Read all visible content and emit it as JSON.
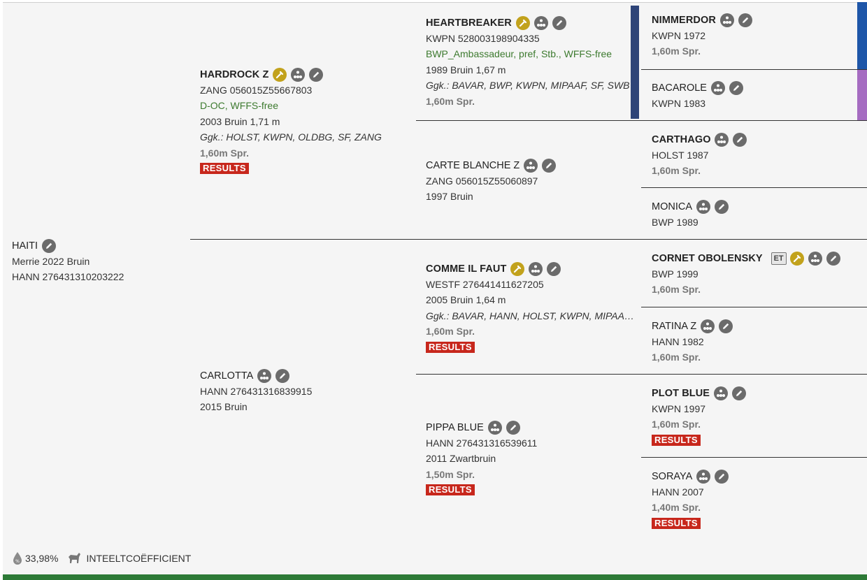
{
  "subject": {
    "name": "HAITI",
    "line1": "Merrie 2022 Bruin",
    "line2": "HANN 276431310203222"
  },
  "sire": {
    "name": "HARDROCK Z",
    "reg": "ZANG 056015Z55667803",
    "approvals": "D-OC, WFFS-free",
    "birth": "2003 Bruin 1,71 m",
    "studbooks": "Ggk.: HOLST, KWPN, OLDBG, SF, ZANG",
    "level": "1,60m Spr.",
    "results": "RESULTS"
  },
  "dam": {
    "name": "CARLOTTA",
    "reg": "HANN 276431316839915",
    "birth": "2015 Bruin"
  },
  "ss": {
    "name": "HEARTBREAKER",
    "reg": "KWPN 528003198904335",
    "approvals": "BWP_Ambassadeur, pref, Stb., WFFS-free",
    "birth": "1989 Bruin 1,67 m",
    "studbooks": "Ggk.: BAVAR, BWP, KWPN, MIPAAF, SF, SWB",
    "level": "1,60m Spr."
  },
  "sd": {
    "name": "CARTE BLANCHE Z",
    "reg": "ZANG 056015Z55060897",
    "birth": "1997 Bruin"
  },
  "ds": {
    "name": "COMME IL FAUT",
    "reg": "WESTF 276441411627205",
    "birth": "2005 Bruin 1,64 m",
    "studbooks": "Ggk.: BAVAR, HANN, HOLST, KWPN, MIPAA…",
    "level": "1,60m Spr.",
    "results": "RESULTS"
  },
  "dd": {
    "name": "PIPPA BLUE",
    "reg": "HANN 276431316539611",
    "birth": "2011 Zwartbruin",
    "level": "1,50m Spr.",
    "results": "RESULTS"
  },
  "gen3": [
    {
      "name": "NIMMERDOR",
      "info": "KWPN 1972",
      "level": "1,60m Spr."
    },
    {
      "name": "BACAROLE",
      "info": "KWPN 1983"
    },
    {
      "name": "CARTHAGO",
      "info": "HOLST 1987",
      "level": "1,60m Spr."
    },
    {
      "name": "MONICA",
      "info": "BWP 1989"
    },
    {
      "name": "CORNET OBOLENSKY",
      "badge": "ET",
      "info": "BWP 1999",
      "level": "1,60m Spr."
    },
    {
      "name": "RATINA Z",
      "info": "HANN 1982",
      "level": "1,60m Spr."
    },
    {
      "name": "PLOT BLUE",
      "info": "KWPN 1997",
      "level": "1,60m Spr.",
      "results": "RESULTS"
    },
    {
      "name": "SORAYA",
      "info": "HANN 2007",
      "level": "1,40m Spr.",
      "results": "RESULTS"
    }
  ],
  "footer": {
    "percent": "33,98%",
    "label": "INTEELTCOËFFICIENT"
  },
  "colors": {
    "results_bg": "#c7271c",
    "approval_green": "#3d7a2f",
    "bar_heartbreaker": "#2e4478",
    "bar_nimmerdor": "#1e56a8",
    "bar_bacarole": "#a56cc1",
    "bottom_bar": "#2d7a37",
    "gold_icon": "#c2a21c",
    "gray_icon": "#6b6b6b"
  }
}
